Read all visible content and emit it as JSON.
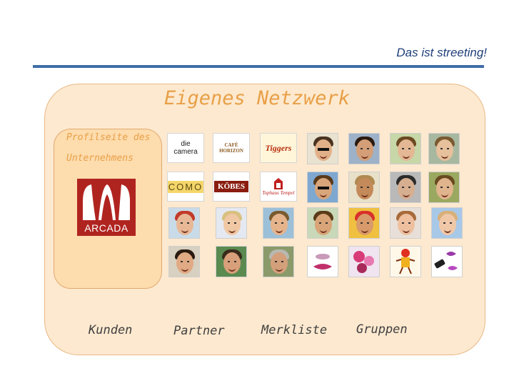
{
  "header": {
    "tagline": "Das ist streeting!"
  },
  "main": {
    "title": "Eigenes Netzwerk",
    "profile_line1": "Profilseite des",
    "profile_line2": "Unternehmens",
    "company_logo_text": "ARCADA",
    "brands": [
      {
        "name": "die camera",
        "color": "#1a1a1a"
      },
      {
        "name": "CAFÉ HORIZON",
        "color": "#8a5a20"
      },
      {
        "name": "Tiggers",
        "color": "#b83010"
      },
      {
        "name": "COMO",
        "color": "#5a4a10"
      },
      {
        "name": "KÖBES",
        "color": "#ffffff"
      },
      {
        "name": "Tophaus Tempel",
        "color": "#c02020"
      }
    ],
    "labels": {
      "kunden": "Kunden",
      "partner": "Partner",
      "merkliste": "Merkliste",
      "gruppen": "Gruppen"
    }
  },
  "colors": {
    "accent_orange": "#e8a048",
    "rule_blue": "#3f6ea7",
    "panel_fill": "#fde9cf",
    "arcada_red": "#b02420"
  }
}
